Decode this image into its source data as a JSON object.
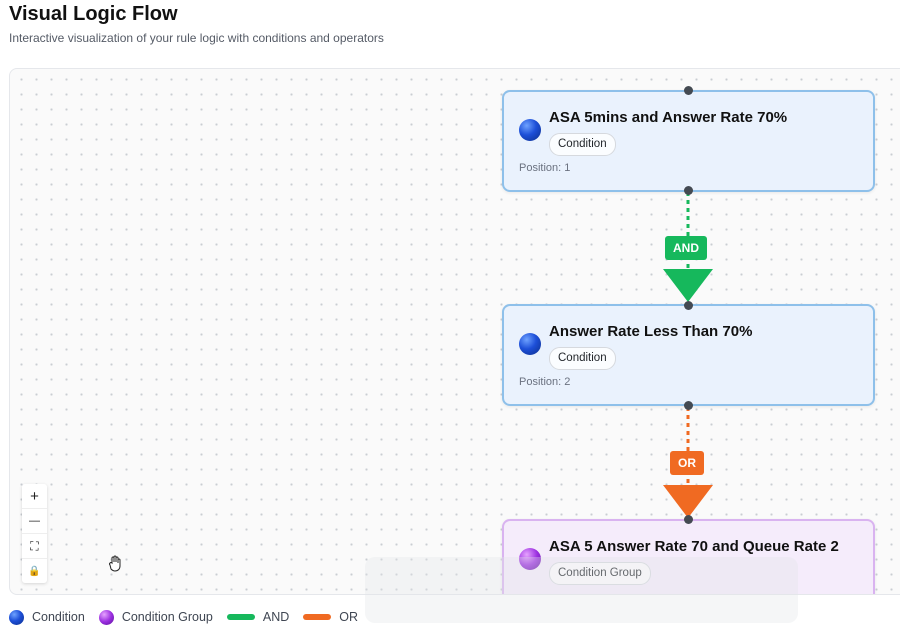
{
  "header": {
    "title": "Visual Logic Flow",
    "subtitle": "Interactive visualization of your rule logic with conditions and operators"
  },
  "nodes": [
    {
      "title": "ASA 5mins and Answer Rate 70%",
      "badge": "Condition",
      "position": "Position: 1",
      "kind": "condition"
    },
    {
      "title": "Answer Rate Less Than 70%",
      "badge": "Condition",
      "position": "Position: 2",
      "kind": "condition"
    },
    {
      "title": "ASA 5 Answer Rate 70 and Queue Rate 2",
      "badge": "Condition Group",
      "kind": "group"
    }
  ],
  "edges": [
    {
      "label": "AND",
      "color": "#16b85c"
    },
    {
      "label": "OR",
      "color": "#f06a22"
    }
  ],
  "controls": {
    "zoom_in": "+",
    "zoom_out": "—",
    "fit_view": "⛶",
    "lock": "🔒"
  },
  "legend": [
    {
      "label": "Condition",
      "swatch": "blue-dot"
    },
    {
      "label": "Condition Group",
      "swatch": "purple-dot"
    },
    {
      "label": "AND",
      "color": "#16b85c"
    },
    {
      "label": "OR",
      "color": "#f06a22"
    }
  ],
  "colors": {
    "condition_border": "#8ec0ea",
    "group_border": "#d9b3f0",
    "and": "#16b85c",
    "or": "#f06a22"
  }
}
